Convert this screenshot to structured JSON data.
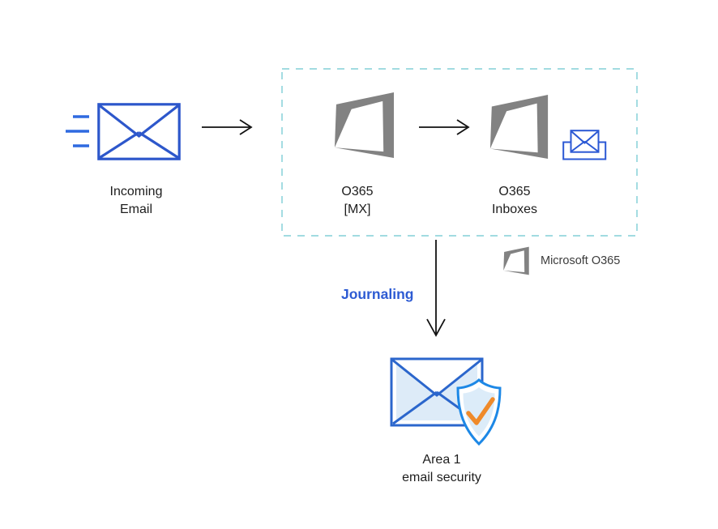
{
  "diagram": {
    "nodes": {
      "incoming_email": {
        "line1": "Incoming",
        "line2": "Email"
      },
      "o365_mx": {
        "line1": "O365",
        "line2": "[MX]"
      },
      "o365_inboxes": {
        "line1": "O365",
        "line2": "Inboxes"
      },
      "area1": {
        "line1": "Area 1",
        "line2": "email security"
      }
    },
    "labels": {
      "journaling": "Journaling",
      "legend": "Microsoft O365"
    },
    "icons": {
      "incoming_email": "envelope-with-speed-lines-icon",
      "o365_mx": "office365-logo-icon",
      "o365_inboxes": "office365-logo-icon",
      "inbox": "envelope-in-tray-icon",
      "legend": "office365-logo-icon",
      "area1": "envelope-with-shield-check-icon",
      "flow_right": "right-arrow-icon",
      "flow_down": "down-arrow-icon"
    },
    "colors": {
      "envelope_blue": "#2d57cb",
      "speed_line_blue": "#2f6ae0",
      "office_gray": "#828282",
      "dashed_border": "#94d6dd",
      "journaling_blue": "#2d5bd3",
      "arrow_black": "#111111",
      "text_black": "#1d1d1d",
      "legend_text": "#3c3c3c",
      "security_envelope_stroke": "#2b66cc",
      "security_fill_light": "#ddebf8",
      "shield_stroke": "#1d88e6",
      "check_orange": "#ef8a2a",
      "inbox_blue": "#2b58d4"
    }
  }
}
